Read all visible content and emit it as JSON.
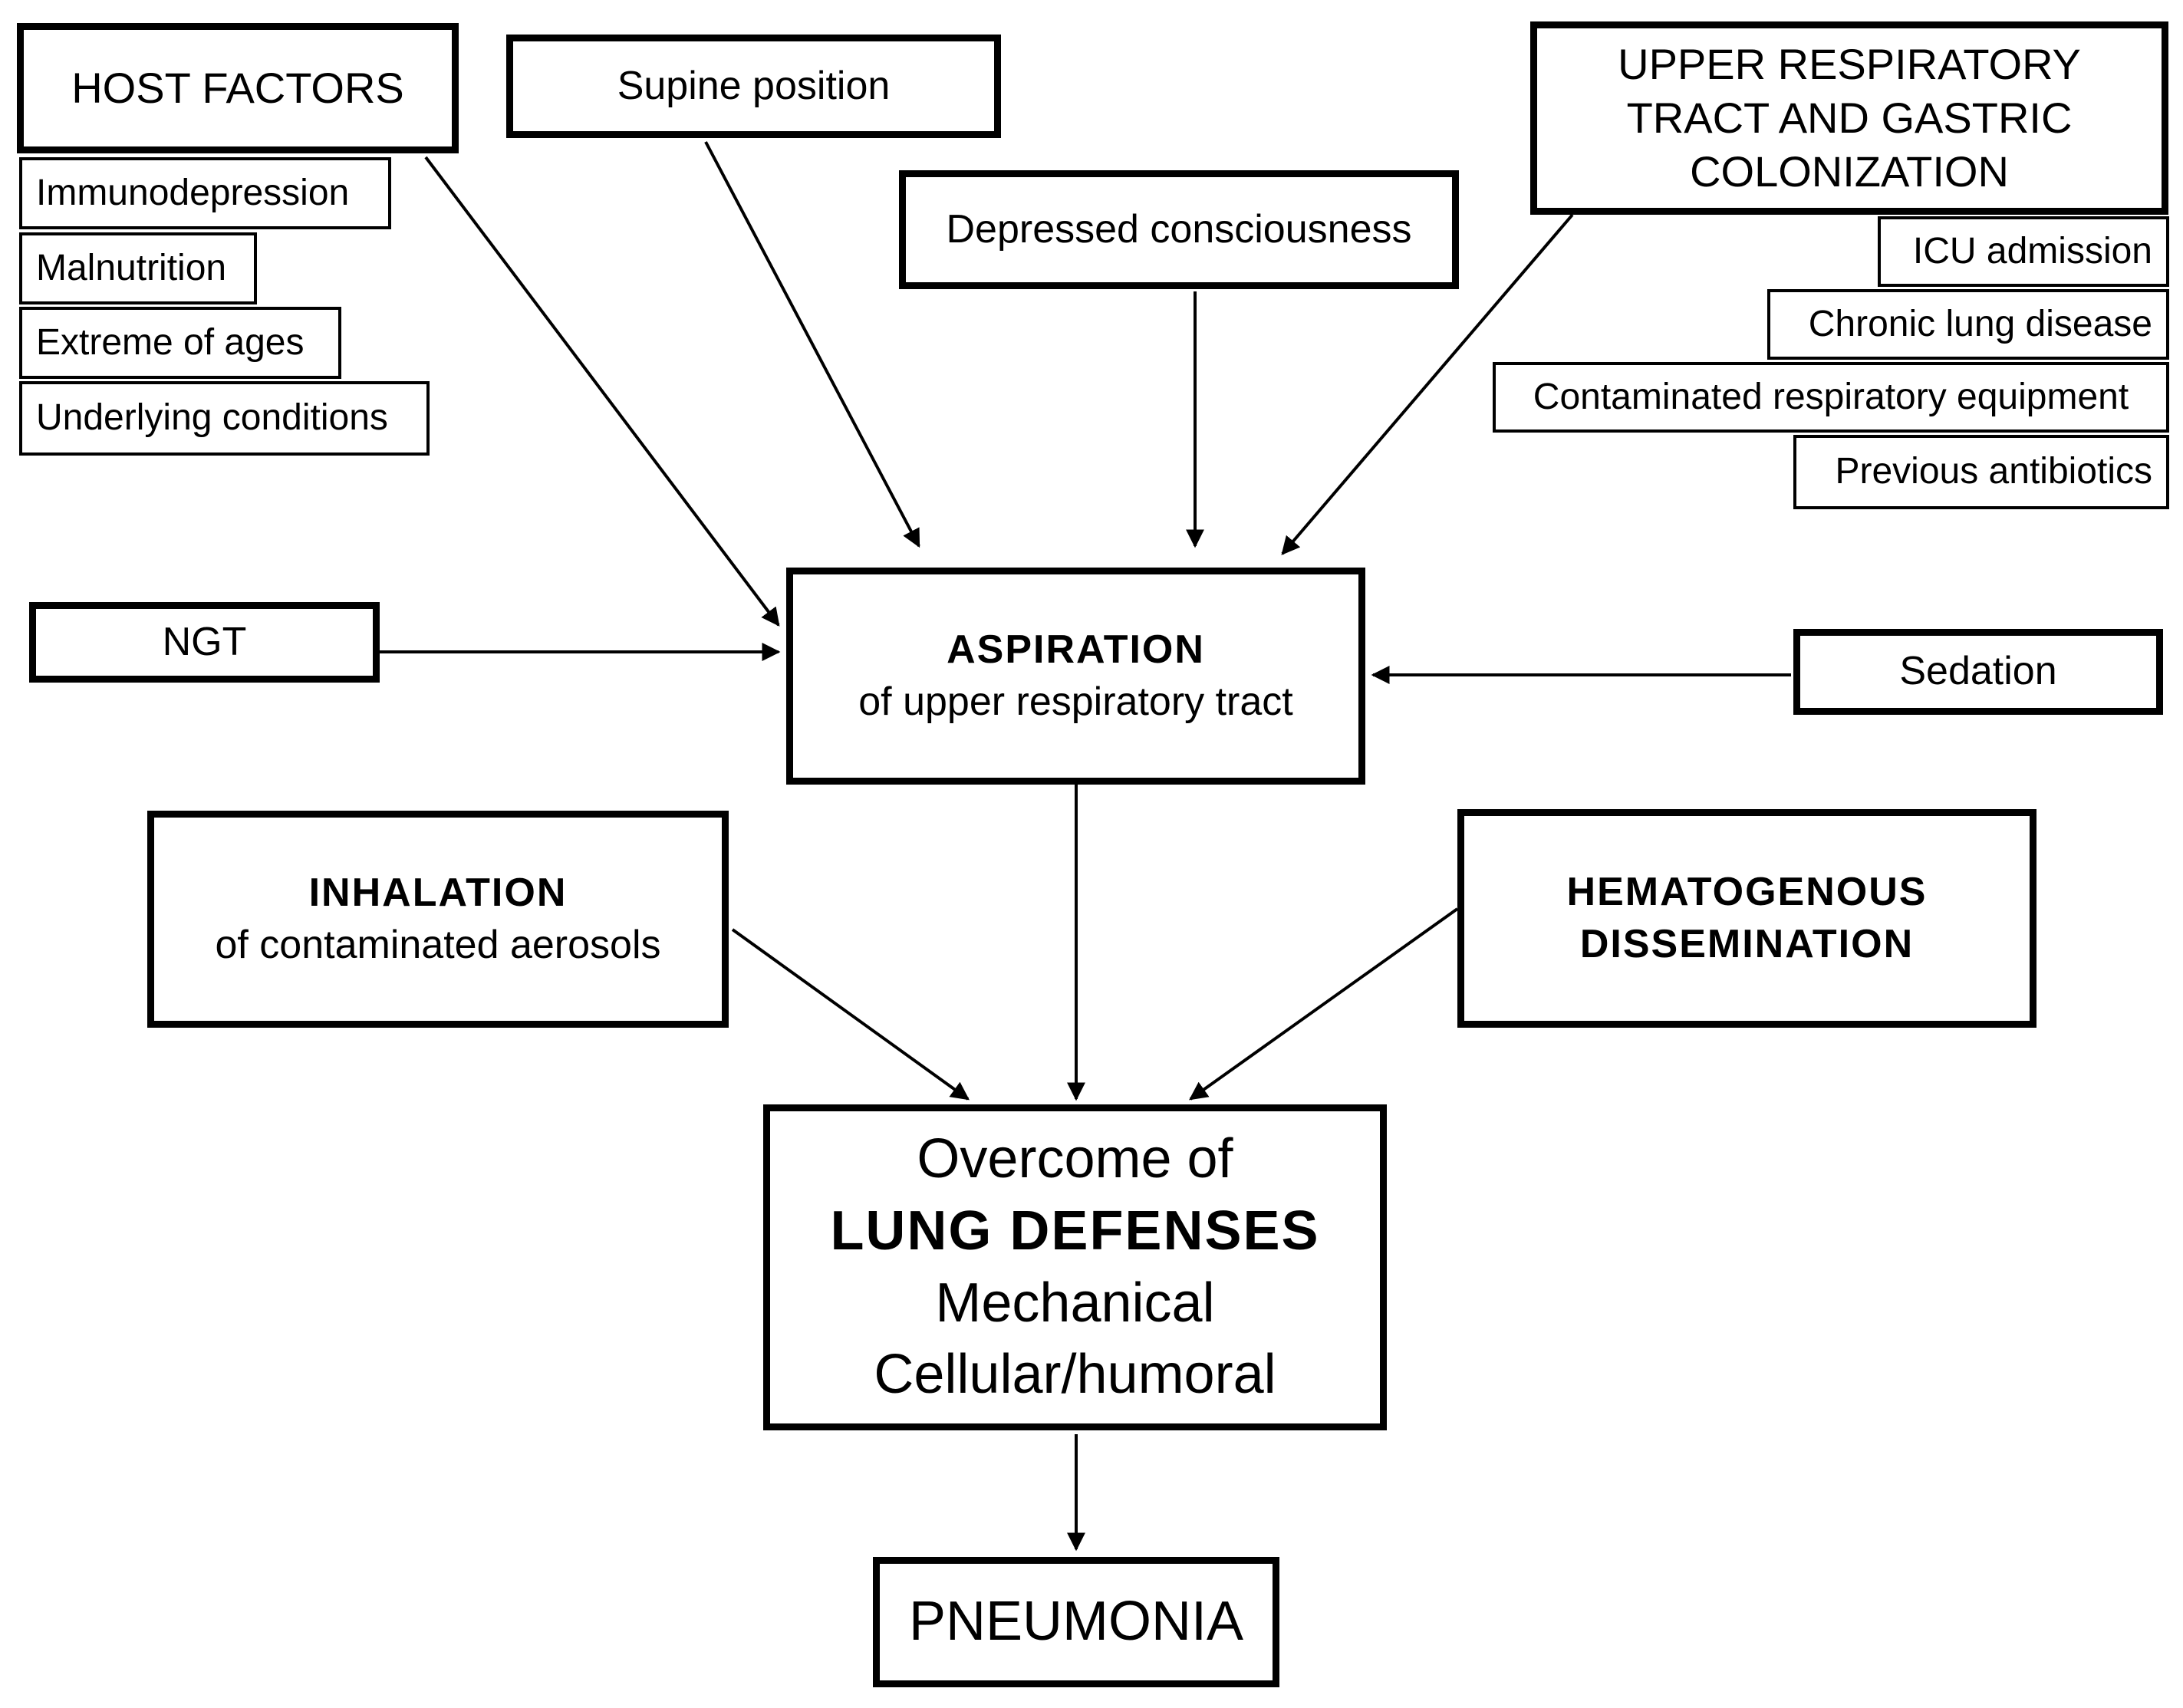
{
  "host_factors": {
    "title": "HOST FACTORS",
    "items": [
      "Immunodepression",
      "Malnutrition",
      "Extreme of ages",
      "Underlying conditions"
    ]
  },
  "supine": "Supine position",
  "depressed": "Depressed consciousness",
  "upper": {
    "title_lines": [
      "UPPER RESPIRATORY",
      "TRACT AND GASTRIC",
      "COLONIZATION"
    ],
    "items": [
      "ICU admission",
      "Chronic lung disease",
      "Contaminated respiratory equipment",
      "Previous antibiotics"
    ]
  },
  "ngt": "NGT",
  "sedation": "Sedation",
  "aspiration": {
    "title": "ASPIRATION",
    "subtitle": "of upper respiratory tract"
  },
  "inhalation": {
    "title": "INHALATION",
    "subtitle": "of contaminated aerosols"
  },
  "hematogenous": {
    "line1": "HEMATOGENOUS",
    "line2": "DISSEMINATION"
  },
  "lung": {
    "line1": "Overcome of",
    "line2": "LUNG DEFENSES",
    "line3": "Mechanical",
    "line4": "Cellular/humoral"
  },
  "pneumonia": "PNEUMONIA"
}
